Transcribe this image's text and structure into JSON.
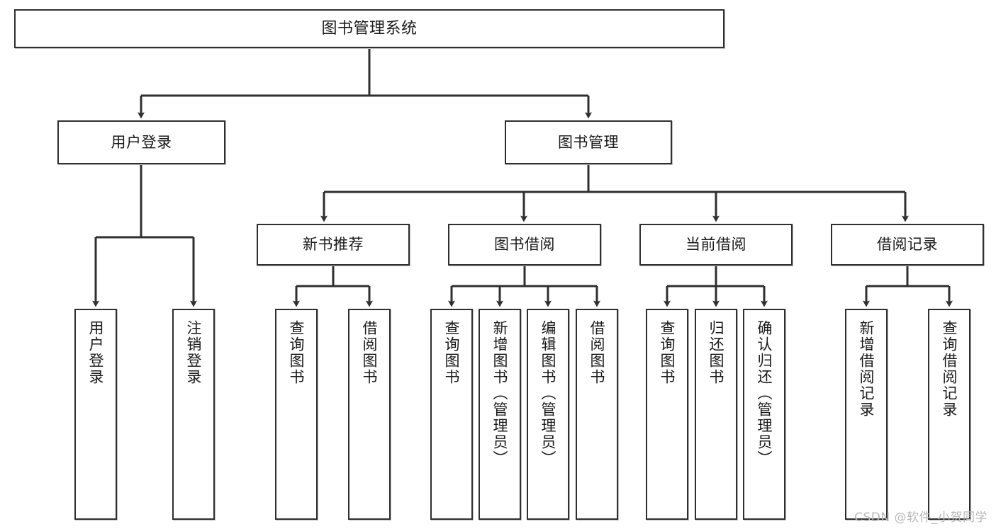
{
  "diagram": {
    "type": "tree-hierarchy",
    "title": "图书管理系统",
    "watermark": "CSDN @软件_小贺同学",
    "colors": {
      "stroke": "#2f2f2f",
      "fill": "#ffffff",
      "text": "#1a1a1a",
      "watermark": "#b8b8b8"
    },
    "nodes": {
      "root": {
        "label": "图书管理系统"
      },
      "level2": [
        {
          "id": "user-login",
          "label": "用户登录"
        },
        {
          "id": "book-manage",
          "label": "图书管理"
        }
      ],
      "level3": [
        {
          "id": "new-book-recommend",
          "label": "新书推荐"
        },
        {
          "id": "book-borrow",
          "label": "图书借阅"
        },
        {
          "id": "current-borrow",
          "label": "当前借阅"
        },
        {
          "id": "borrow-record",
          "label": "借阅记录"
        }
      ],
      "leaves": [
        {
          "id": "leaf-user-login",
          "label": "用户登录",
          "parent": "user-login"
        },
        {
          "id": "leaf-logout-login",
          "label": "注销登录",
          "parent": "user-login"
        },
        {
          "id": "leaf-query-book-1",
          "label": "查询图书",
          "parent": "new-book-recommend"
        },
        {
          "id": "leaf-borrow-book-1",
          "label": "借阅图书",
          "parent": "new-book-recommend"
        },
        {
          "id": "leaf-query-book-2",
          "label": "查询图书",
          "parent": "book-borrow"
        },
        {
          "id": "leaf-add-book",
          "label": "新增图书（管理员）",
          "parent": "book-borrow"
        },
        {
          "id": "leaf-edit-book",
          "label": "编辑图书（管理员）",
          "parent": "book-borrow"
        },
        {
          "id": "leaf-borrow-book-2",
          "label": "借阅图书",
          "parent": "book-borrow"
        },
        {
          "id": "leaf-query-book-3",
          "label": "查询图书",
          "parent": "current-borrow"
        },
        {
          "id": "leaf-return-book",
          "label": "归还图书",
          "parent": "current-borrow"
        },
        {
          "id": "leaf-confirm-return",
          "label": "确认归还（管理员）",
          "parent": "current-borrow"
        },
        {
          "id": "leaf-add-record",
          "label": "新增借阅记录",
          "parent": "borrow-record"
        },
        {
          "id": "leaf-query-record",
          "label": "查询借阅记录",
          "parent": "borrow-record"
        }
      ]
    }
  }
}
